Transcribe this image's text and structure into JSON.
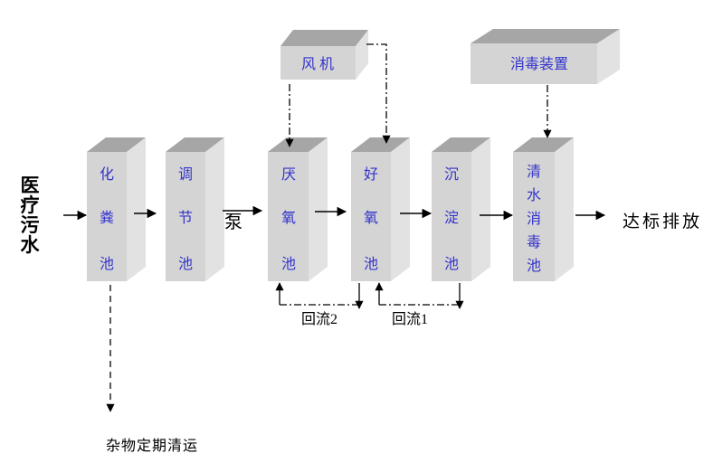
{
  "diagram": {
    "input": {
      "label": "医疗污水",
      "chars": [
        "医",
        "疗",
        "污",
        "水"
      ]
    },
    "pump_label": "泵",
    "output_label": "达标排放",
    "bottom_note": "杂物定期清运",
    "reflux": [
      {
        "label": "回流2"
      },
      {
        "label": "回流1"
      }
    ],
    "devices": [
      {
        "id": "fan",
        "label": "风 机"
      },
      {
        "id": "disinfector",
        "label": "消毒装置"
      }
    ],
    "tanks": [
      {
        "id": "septic",
        "label": "化粪池",
        "chars": [
          "化",
          "粪",
          "池"
        ]
      },
      {
        "id": "regulation",
        "label": "调节池",
        "chars": [
          "调",
          "节",
          "池"
        ]
      },
      {
        "id": "anaerobic",
        "label": "厌氧池",
        "chars": [
          "厌",
          "氧",
          "池"
        ]
      },
      {
        "id": "aerobic",
        "label": "好氧池",
        "chars": [
          "好",
          "氧",
          "池"
        ]
      },
      {
        "id": "sedimentation",
        "label": "沉淀池",
        "chars": [
          "沉",
          "淀",
          "池"
        ]
      },
      {
        "id": "clean-water",
        "label": "清水消毒池",
        "chars": [
          "清",
          "水",
          "消",
          "毒",
          "池"
        ]
      }
    ]
  },
  "colors": {
    "tank_front": "#d4d4d4",
    "tank_top": "#a6a6a6",
    "tank_side": "#e2e2e2",
    "label_blue": "#3333cc",
    "text_black": "#000000",
    "line": "#000000"
  }
}
